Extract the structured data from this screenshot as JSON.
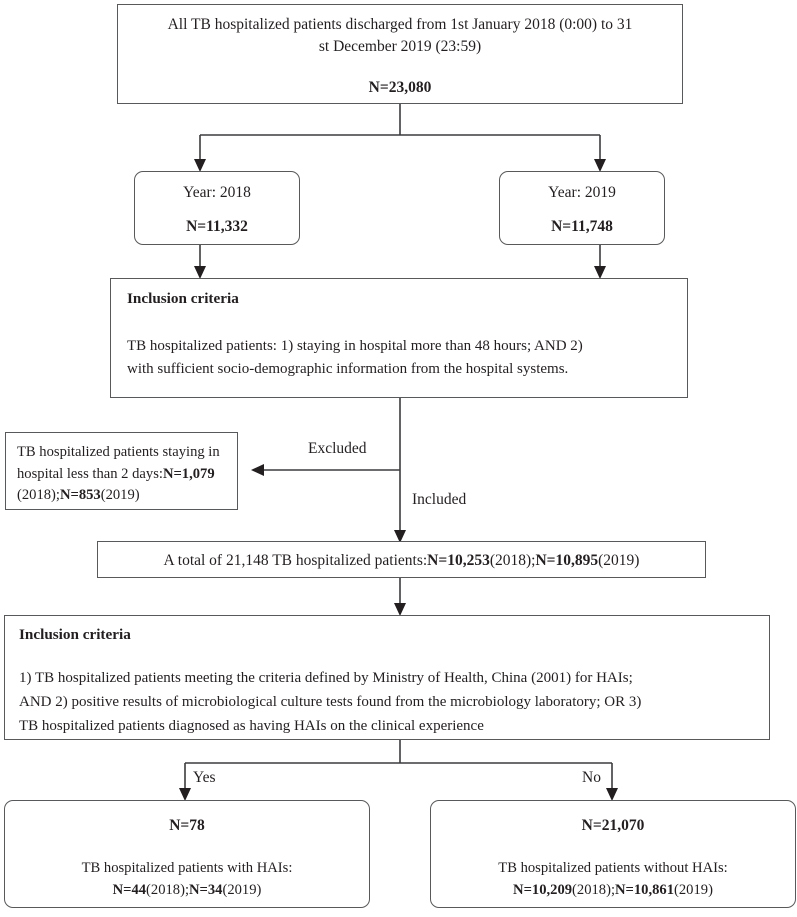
{
  "diagram": {
    "title": "TB hospitalized patients HAIs study flow diagram",
    "type": "flowchart",
    "colors": {
      "box_border": "#58595b",
      "connector": "#3c3c3e",
      "text": "#231f20",
      "background": "#ffffff"
    }
  },
  "nodes": {
    "source": {
      "line1": "All TB hospitalized patients discharged from 1st January 2018 (0:00) to 31",
      "line2": "st December 2019 (23:59)",
      "count_label": "N=23,080",
      "n_value": 23080
    },
    "year_2018": {
      "title": "Year: 2018",
      "count_label": "N=11,332",
      "n_value": 11332
    },
    "year_2019": {
      "title": "Year: 2019",
      "count_label": "N=11,748",
      "n_value": 11748
    },
    "inclusion_1": {
      "heading": "Inclusion criteria",
      "body_line1": "TB hospitalized patients: 1) staying in hospital more than 48 hours; AND 2)",
      "body_line2": "with sufficient socio-demographic information from the hospital systems."
    },
    "excluded": {
      "line1_text": "TB hospitalized patients staying in",
      "line2_pre": "hospital less than 2 days:",
      "line2_n": "N=1,079",
      "line3_pre": "(2018);",
      "line3_n": "N=853",
      "line3_post": "(2019)",
      "n_2018": 1079,
      "n_2019": 853
    },
    "total_included": {
      "pre": "A total of 21,148 TB hospitalized patients:",
      "n_2018_label": "N=10,253",
      "year_2018_paren": "(2018);",
      "n_2019_label": "N=10,895",
      "year_2019_paren": "(2019)",
      "total": 21148,
      "n_2018": 10253,
      "n_2019": 10895
    },
    "inclusion_2": {
      "heading": "Inclusion criteria",
      "body_line1": "1) TB hospitalized patients meeting the criteria defined by Ministry of Health, China (2001) for HAIs;",
      "body_line2": "AND 2) positive results of microbiological culture tests found from the microbiology laboratory; OR 3)",
      "body_line3": "TB hospitalized patients diagnosed as having HAIs on the clinical experience"
    },
    "with_hais": {
      "count_label": "N=78",
      "n_value": 78,
      "desc": "TB hospitalized patients with HAIs:",
      "detail_n1": "N=44",
      "detail_y1": "(2018);",
      "detail_n2": "N=34",
      "detail_y2": "(2019)",
      "n_2018": 44,
      "n_2019": 34
    },
    "without_hais": {
      "count_label": "N=21,070",
      "n_value": 21070,
      "desc": "TB hospitalized patients without HAIs:",
      "detail_n1": "N=10,209",
      "detail_y1": "(2018);",
      "detail_n2": "N=10,861",
      "detail_y2": "(2019)",
      "n_2018": 10209,
      "n_2019": 10861
    }
  },
  "edges": {
    "excluded_label": "Excluded",
    "included_label": "Included",
    "yes_label": "Yes",
    "no_label": "No"
  }
}
